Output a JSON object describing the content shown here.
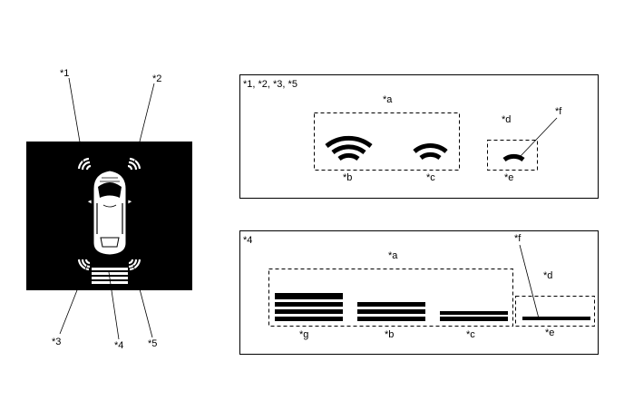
{
  "left_panel": {
    "callouts": [
      "*1",
      "*2",
      "*3",
      "*4",
      "*5"
    ]
  },
  "top_panel": {
    "header": "*1, *2, *3, *5",
    "labels": {
      "a": "*a",
      "b": "*b",
      "c": "*c",
      "d": "*d",
      "e": "*e",
      "f": "*f"
    }
  },
  "bottom_panel": {
    "header": "*4",
    "labels": {
      "a": "*a",
      "b": "*b",
      "c": "*c",
      "d": "*d",
      "e": "*e",
      "f": "*f",
      "g": "*g"
    }
  }
}
